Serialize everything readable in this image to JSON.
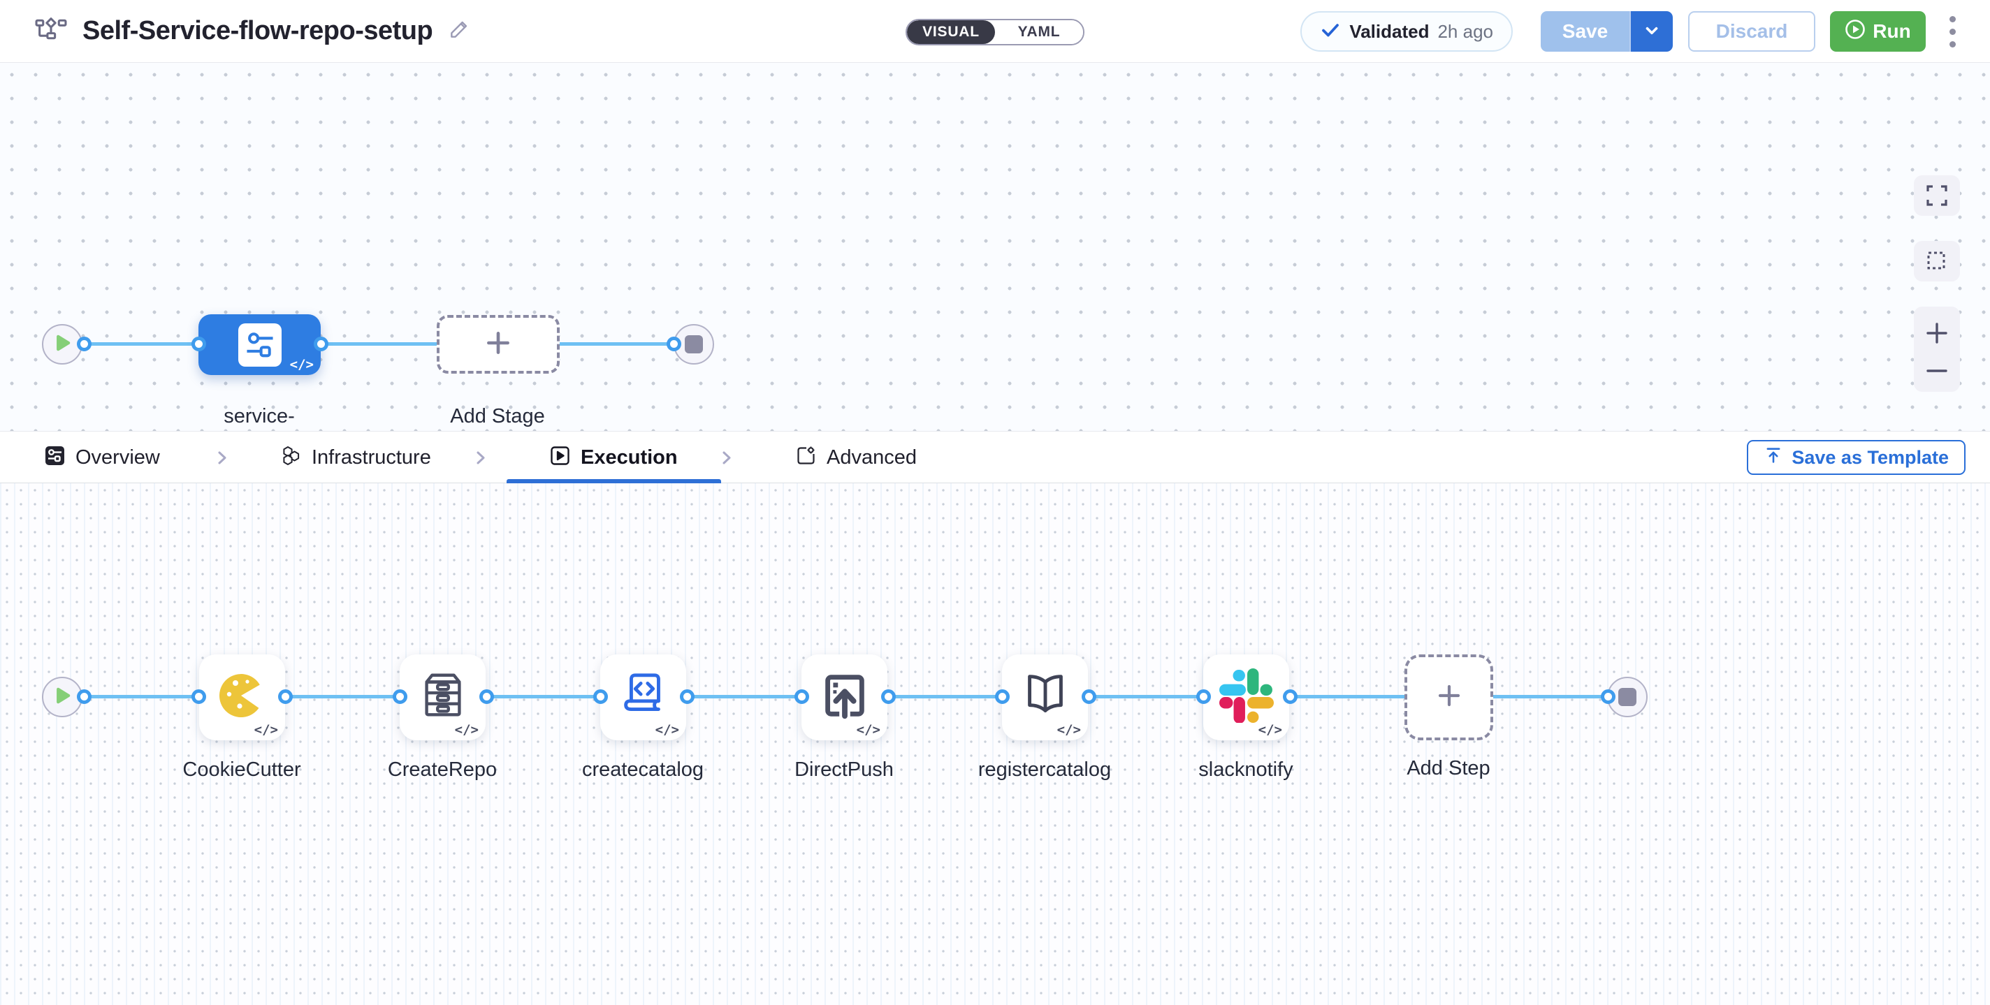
{
  "header": {
    "title": "Self-Service-flow-repo-setup",
    "mode_toggle": {
      "visual": "VISUAL",
      "yaml": "YAML",
      "active": "VISUAL"
    },
    "validation": {
      "status": "Validated",
      "time": "2h ago"
    },
    "actions": {
      "save": "Save",
      "discard": "Discard",
      "run": "Run"
    }
  },
  "stage_pipeline": {
    "stage": {
      "label": "service-onboarding",
      "icon": "stage-flow-icon"
    },
    "add_stage_label": "Add Stage"
  },
  "tabs": {
    "items": [
      {
        "label": "Overview",
        "icon": "overview-flow-icon"
      },
      {
        "label": "Infrastructure",
        "icon": "hexagons-icon"
      },
      {
        "label": "Execution",
        "icon": "play-square-icon"
      },
      {
        "label": "Advanced",
        "icon": "gear-file-icon"
      }
    ],
    "active": "Execution",
    "save_as_template": "Save as Template"
  },
  "execution": {
    "steps": [
      {
        "label": "CookieCutter",
        "icon": "cookie-icon"
      },
      {
        "label": "CreateRepo",
        "icon": "drawer-cabinet-icon"
      },
      {
        "label": "createcatalog",
        "icon": "code-scroll-icon"
      },
      {
        "label": "DirectPush",
        "icon": "upload-box-icon"
      },
      {
        "label": "registercatalog",
        "icon": "open-book-icon"
      },
      {
        "label": "slacknotify",
        "icon": "slack-icon"
      }
    ],
    "add_step_label": "Add Step"
  },
  "canvas": {
    "code_badge": "</>"
  },
  "icons": {
    "header_left": "pipeline-flow-icon",
    "title_edit": "edit-pencil-icon",
    "validated_check": "check-icon",
    "save_caret": "chevron-down-icon",
    "run_play": "play-circle-icon",
    "more_menu": "kebab-menu-icon",
    "start_node": "play-triangle-icon",
    "end_node": "stop-square-icon",
    "add_node": "plus-icon",
    "template_upload": "upload-arrow-icon",
    "canvas_controls": [
      "fullscreen-corners-icon",
      "marquee-select-icon",
      "zoom-in-plus-icon",
      "zoom-out-minus-icon"
    ]
  },
  "colors": {
    "accent_blue": "#2e6fd6",
    "node_blue": "#2e7de2",
    "connector_blue": "#6ec0f3",
    "port_ring": "#3f9ced",
    "run_green": "#54b152",
    "toggle_dark": "#383946",
    "cookie_yellow": "#edc53a",
    "slack": {
      "blue": "#36C5F0",
      "green": "#2EB67D",
      "red": "#E01E5A",
      "yellow": "#ECB22C"
    }
  }
}
